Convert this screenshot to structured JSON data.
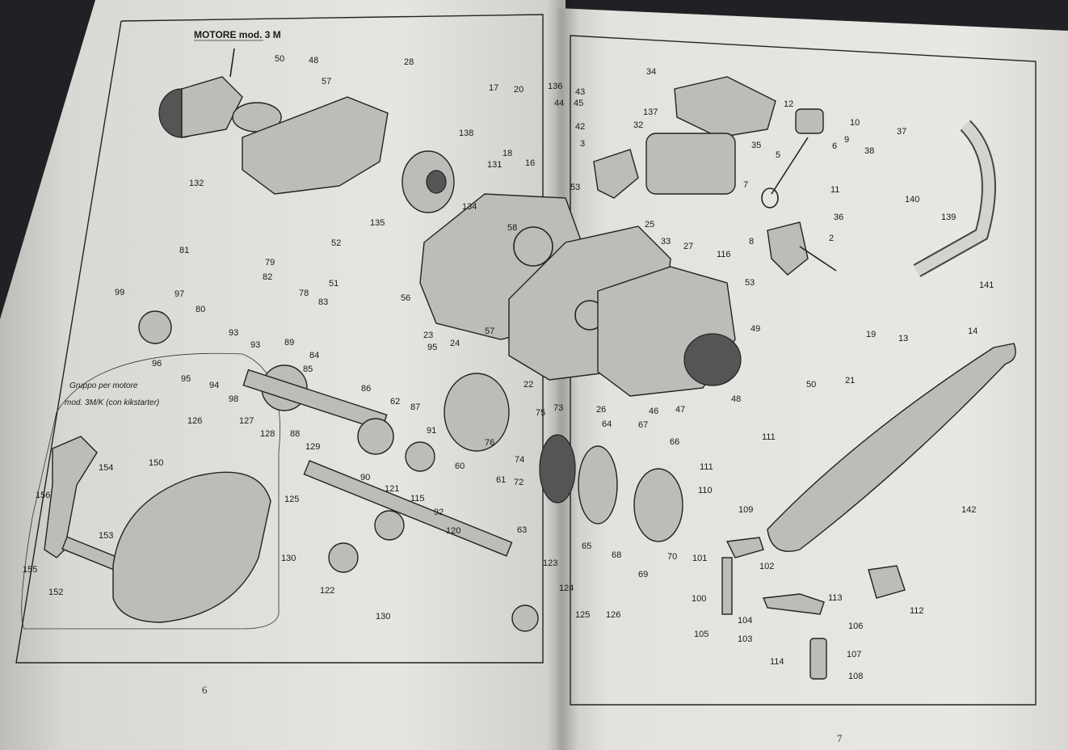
{
  "title": "MOTORE mod. 3 M",
  "kit_note_line1": "Gruppo per motore",
  "kit_note_line2": "mod. 3M/K (con kikstarter)",
  "page_numbers": {
    "left": "6",
    "right": "7"
  },
  "callouts": [
    {
      "id": "c1",
      "text": "50"
    },
    {
      "id": "c2",
      "text": "48"
    },
    {
      "id": "c3",
      "text": "57"
    },
    {
      "id": "c4",
      "text": "28"
    },
    {
      "id": "c5",
      "text": "132"
    },
    {
      "id": "c6",
      "text": "138"
    },
    {
      "id": "c7",
      "text": "131"
    },
    {
      "id": "c8",
      "text": "134"
    },
    {
      "id": "c9",
      "text": "17"
    },
    {
      "id": "c10",
      "text": "20"
    },
    {
      "id": "c11",
      "text": "18"
    },
    {
      "id": "c12",
      "text": "16"
    },
    {
      "id": "c13",
      "text": "136"
    },
    {
      "id": "c14",
      "text": "43"
    },
    {
      "id": "c15",
      "text": "44"
    },
    {
      "id": "c16",
      "text": "45"
    },
    {
      "id": "c17",
      "text": "42"
    },
    {
      "id": "c18",
      "text": "3"
    },
    {
      "id": "c19",
      "text": "137"
    },
    {
      "id": "c20",
      "text": "34"
    },
    {
      "id": "c21",
      "text": "32"
    },
    {
      "id": "c22",
      "text": "35"
    },
    {
      "id": "c23",
      "text": "12"
    },
    {
      "id": "c24",
      "text": "10"
    },
    {
      "id": "c25",
      "text": "9"
    },
    {
      "id": "c26",
      "text": "6"
    },
    {
      "id": "c27",
      "text": "5"
    },
    {
      "id": "c28",
      "text": "11"
    },
    {
      "id": "c29",
      "text": "37"
    },
    {
      "id": "c30",
      "text": "38"
    },
    {
      "id": "c31",
      "text": "140"
    },
    {
      "id": "c32",
      "text": "139"
    },
    {
      "id": "c33",
      "text": "53"
    },
    {
      "id": "c34",
      "text": "135"
    },
    {
      "id": "c35",
      "text": "58"
    },
    {
      "id": "c36",
      "text": "25"
    },
    {
      "id": "c37",
      "text": "33"
    },
    {
      "id": "c38",
      "text": "27"
    },
    {
      "id": "c39",
      "text": "116"
    },
    {
      "id": "c40",
      "text": "7"
    },
    {
      "id": "c41",
      "text": "8"
    },
    {
      "id": "c42",
      "text": "36"
    },
    {
      "id": "c43",
      "text": "2"
    },
    {
      "id": "c44",
      "text": "141"
    },
    {
      "id": "c45",
      "text": "81"
    },
    {
      "id": "c46",
      "text": "79"
    },
    {
      "id": "c47",
      "text": "52"
    },
    {
      "id": "c48",
      "text": "82"
    },
    {
      "id": "c49",
      "text": "51"
    },
    {
      "id": "c50",
      "text": "80"
    },
    {
      "id": "c51",
      "text": "78"
    },
    {
      "id": "c52",
      "text": "83"
    },
    {
      "id": "c53",
      "text": "56"
    },
    {
      "id": "c54",
      "text": "99"
    },
    {
      "id": "c55",
      "text": "97"
    },
    {
      "id": "c56",
      "text": "96"
    },
    {
      "id": "c57",
      "text": "95"
    },
    {
      "id": "c58",
      "text": "93"
    },
    {
      "id": "c59",
      "text": "93"
    },
    {
      "id": "c60",
      "text": "94"
    },
    {
      "id": "c61",
      "text": "98"
    },
    {
      "id": "c62",
      "text": "89"
    },
    {
      "id": "c63",
      "text": "84"
    },
    {
      "id": "c64",
      "text": "85"
    },
    {
      "id": "c65",
      "text": "57"
    },
    {
      "id": "c66",
      "text": "23"
    },
    {
      "id": "c67",
      "text": "24"
    },
    {
      "id": "c68",
      "text": "95"
    },
    {
      "id": "c69",
      "text": "86"
    },
    {
      "id": "c70",
      "text": "62"
    },
    {
      "id": "c71",
      "text": "87"
    },
    {
      "id": "c72",
      "text": "22"
    },
    {
      "id": "c73",
      "text": "53"
    },
    {
      "id": "c74",
      "text": "49"
    },
    {
      "id": "c75",
      "text": "19"
    },
    {
      "id": "c76",
      "text": "13"
    },
    {
      "id": "c77",
      "text": "14"
    },
    {
      "id": "c78",
      "text": "21"
    },
    {
      "id": "c79",
      "text": "50"
    },
    {
      "id": "c80",
      "text": "48"
    },
    {
      "id": "c81",
      "text": "26"
    },
    {
      "id": "c82",
      "text": "46"
    },
    {
      "id": "c83",
      "text": "47"
    },
    {
      "id": "c84",
      "text": "126"
    },
    {
      "id": "c85",
      "text": "127"
    },
    {
      "id": "c86",
      "text": "128"
    },
    {
      "id": "c87",
      "text": "88"
    },
    {
      "id": "c88",
      "text": "129"
    },
    {
      "id": "c89",
      "text": "90"
    },
    {
      "id": "c90",
      "text": "91"
    },
    {
      "id": "c91",
      "text": "60"
    },
    {
      "id": "c92",
      "text": "76"
    },
    {
      "id": "c93",
      "text": "75"
    },
    {
      "id": "c94",
      "text": "73"
    },
    {
      "id": "c95",
      "text": "74"
    },
    {
      "id": "c96",
      "text": "61"
    },
    {
      "id": "c97",
      "text": "72"
    },
    {
      "id": "c98",
      "text": "64"
    },
    {
      "id": "c99",
      "text": "67"
    },
    {
      "id": "c100",
      "text": "66"
    },
    {
      "id": "c101",
      "text": "111"
    },
    {
      "id": "c102",
      "text": "111"
    },
    {
      "id": "c103",
      "text": "110"
    },
    {
      "id": "c104",
      "text": "109"
    },
    {
      "id": "c105",
      "text": "142"
    },
    {
      "id": "c106",
      "text": "154"
    },
    {
      "id": "c107",
      "text": "150"
    },
    {
      "id": "c108",
      "text": "156"
    },
    {
      "id": "c109",
      "text": "153"
    },
    {
      "id": "c110",
      "text": "155"
    },
    {
      "id": "c111",
      "text": "152"
    },
    {
      "id": "c112",
      "text": "125"
    },
    {
      "id": "c113",
      "text": "121"
    },
    {
      "id": "c114",
      "text": "115"
    },
    {
      "id": "c115",
      "text": "92"
    },
    {
      "id": "c116",
      "text": "63"
    },
    {
      "id": "c117",
      "text": "65"
    },
    {
      "id": "c118",
      "text": "68"
    },
    {
      "id": "c119",
      "text": "70"
    },
    {
      "id": "c120",
      "text": "69"
    },
    {
      "id": "c121",
      "text": "130"
    },
    {
      "id": "c122",
      "text": "120"
    },
    {
      "id": "c123",
      "text": "122"
    },
    {
      "id": "c124",
      "text": "130"
    },
    {
      "id": "c125",
      "text": "123"
    },
    {
      "id": "c126",
      "text": "124"
    },
    {
      "id": "c127",
      "text": "125"
    },
    {
      "id": "c128",
      "text": "126"
    },
    {
      "id": "c129",
      "text": "101"
    },
    {
      "id": "c130",
      "text": "102"
    },
    {
      "id": "c131",
      "text": "100"
    },
    {
      "id": "c132",
      "text": "104"
    },
    {
      "id": "c133",
      "text": "105"
    },
    {
      "id": "c134",
      "text": "103"
    },
    {
      "id": "c135",
      "text": "113"
    },
    {
      "id": "c136",
      "text": "112"
    },
    {
      "id": "c137",
      "text": "106"
    },
    {
      "id": "c138",
      "text": "114"
    },
    {
      "id": "c139",
      "text": "107"
    },
    {
      "id": "c140",
      "text": "108"
    }
  ]
}
